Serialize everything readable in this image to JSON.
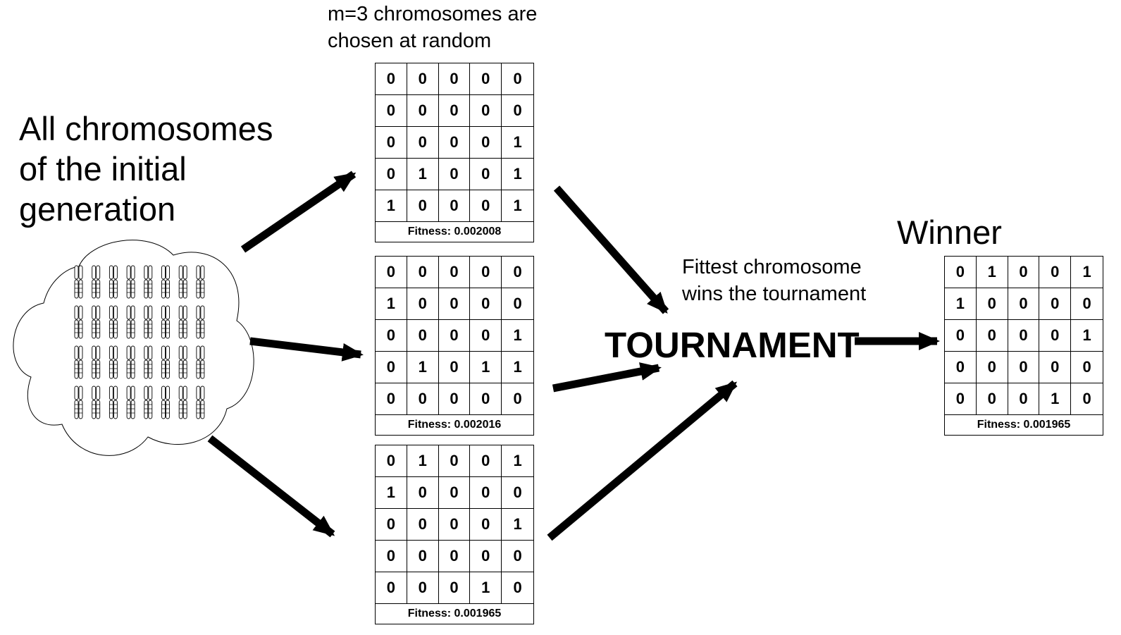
{
  "labels": {
    "pool_title": "All chromosomes\nof the initial\ngeneration",
    "selection_caption": "m=3 chromosomes are\nchosen at random",
    "fittest_caption": "Fittest chromosome\nwins the tournament",
    "tournament": "TOURNAMENT",
    "winner": "Winner"
  },
  "candidates": [
    {
      "genes": [
        [
          0,
          0,
          0,
          0,
          0
        ],
        [
          0,
          0,
          0,
          0,
          0
        ],
        [
          0,
          0,
          0,
          0,
          1
        ],
        [
          0,
          1,
          0,
          0,
          1
        ],
        [
          1,
          0,
          0,
          0,
          1
        ]
      ],
      "fitness_label": "Fitness: 0.002008"
    },
    {
      "genes": [
        [
          0,
          0,
          0,
          0,
          0
        ],
        [
          1,
          0,
          0,
          0,
          0
        ],
        [
          0,
          0,
          0,
          0,
          1
        ],
        [
          0,
          1,
          0,
          1,
          1
        ],
        [
          0,
          0,
          0,
          0,
          0
        ]
      ],
      "fitness_label": "Fitness: 0.002016"
    },
    {
      "genes": [
        [
          0,
          1,
          0,
          0,
          1
        ],
        [
          1,
          0,
          0,
          0,
          0
        ],
        [
          0,
          0,
          0,
          0,
          1
        ],
        [
          0,
          0,
          0,
          0,
          0
        ],
        [
          0,
          0,
          0,
          1,
          0
        ]
      ],
      "fitness_label": "Fitness: 0.001965"
    }
  ],
  "winner": {
    "genes": [
      [
        0,
        1,
        0,
        0,
        1
      ],
      [
        1,
        0,
        0,
        0,
        0
      ],
      [
        0,
        0,
        0,
        0,
        1
      ],
      [
        0,
        0,
        0,
        0,
        0
      ],
      [
        0,
        0,
        0,
        1,
        0
      ]
    ],
    "fitness_label": "Fitness: 0.001965"
  },
  "colors": {
    "ink": "#000000",
    "background": "#ffffff"
  },
  "icons": {
    "population": "cloud-of-chromosomes-icon",
    "flow": "arrow-icon"
  }
}
